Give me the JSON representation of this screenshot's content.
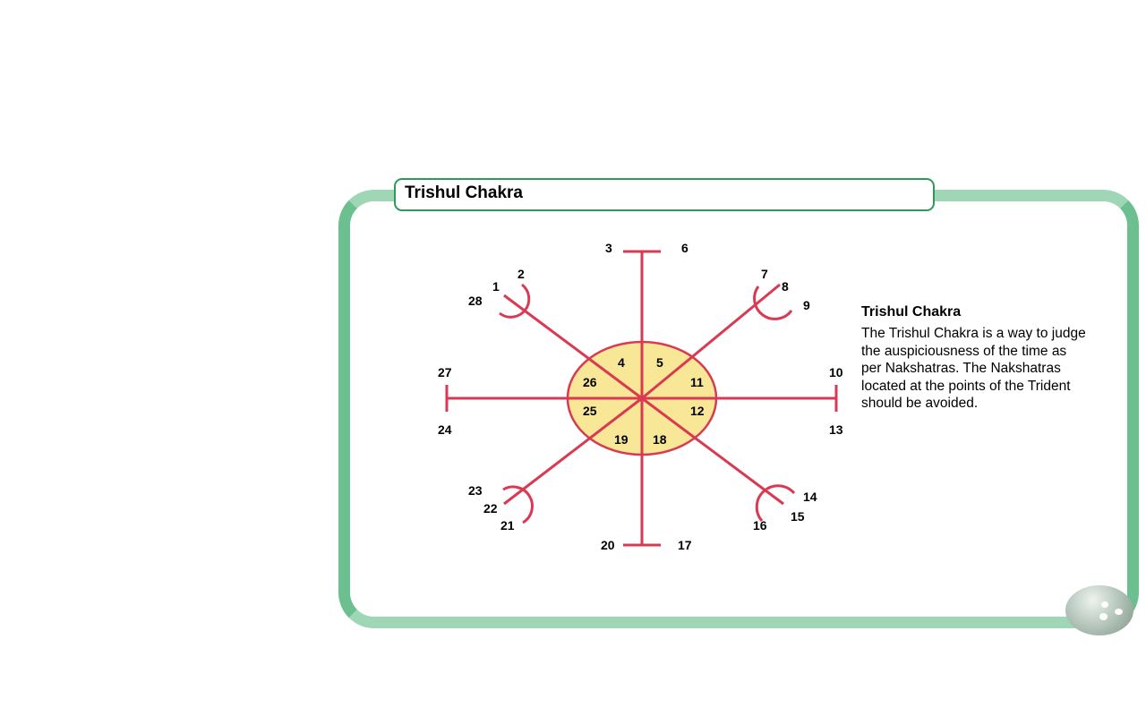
{
  "header": {
    "title": "Trishul Chakra"
  },
  "description": {
    "title": "Trishul Chakra",
    "lines": [
      "The Trishul Chakra is a way to judge",
      "the auspiciousness of the time as",
      "per Nakshatras. The Nakshatras",
      "located at the points of the Trident",
      "should be avoided."
    ]
  },
  "diagram": {
    "colors": {
      "line": "#d93a52",
      "circle_fill": "#f7e796",
      "frame": "#9fd6b6",
      "title_border": "#2e9a5a"
    },
    "outer_labels": [
      "1",
      "2",
      "3",
      "6",
      "7",
      "8",
      "9",
      "10",
      "13",
      "14",
      "15",
      "16",
      "17",
      "20",
      "21",
      "22",
      "23",
      "24",
      "27",
      "28"
    ],
    "inner_labels": [
      "4",
      "5",
      "11",
      "12",
      "18",
      "19",
      "25",
      "26"
    ]
  }
}
